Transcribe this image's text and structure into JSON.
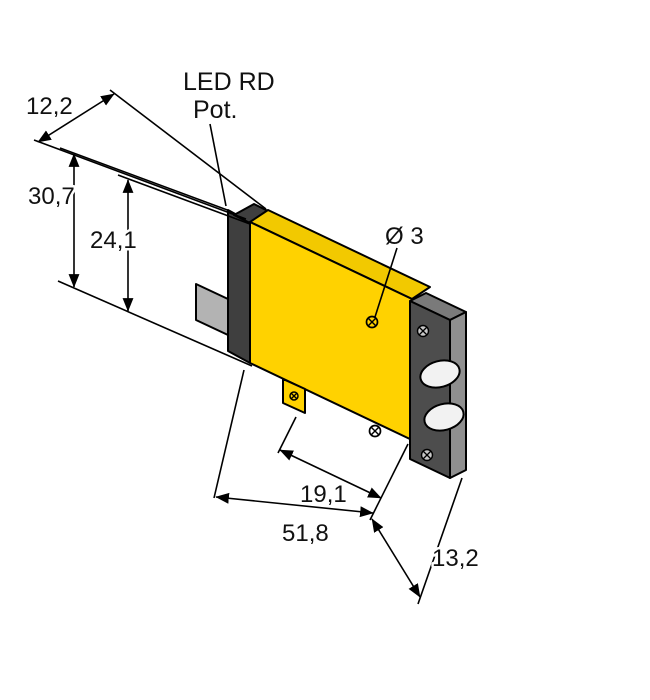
{
  "drawing": {
    "title": "photoelectric-sensor-dimension-drawing",
    "labels": {
      "led": "LED RD",
      "pot": "Pot.",
      "hole_diameter": "Ø 3",
      "dim_depth_top": "12,2",
      "dim_height_total": "30,7",
      "dim_height_body": "24,1",
      "dim_hole_offset": "19,1",
      "dim_length": "51,8",
      "dim_face_depth": "13,2"
    },
    "colors": {
      "housing": "#FFD200",
      "housing_shade": "#F2C900",
      "bracket": "#3F3F3F",
      "block": "#B3B3B3",
      "bezel_dark": "#4D4D4D",
      "bezel_light": "#8F8F8F",
      "lens": "#F2F2F2",
      "line": "#000000",
      "background": "#FFFFFF"
    }
  }
}
